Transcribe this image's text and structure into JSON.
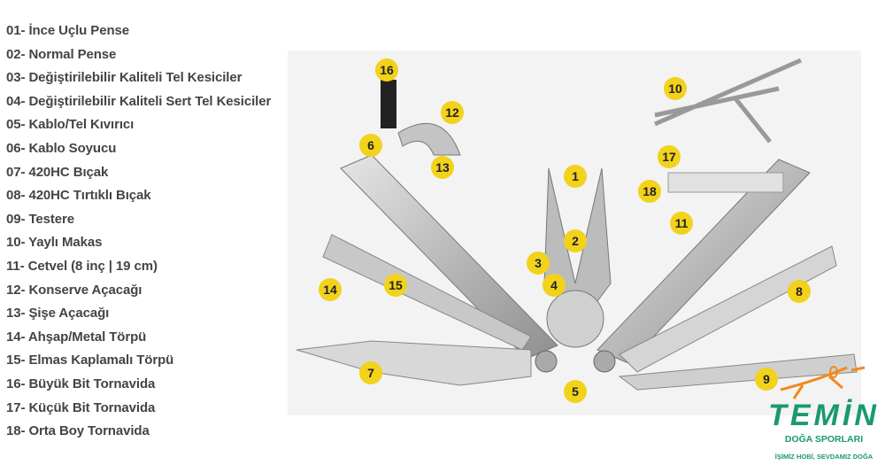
{
  "items": [
    "01- İnce Uçlu Pense",
    "02- Normal Pense",
    "03- Değiştirilebilir Kaliteli Tel Kesiciler",
    "04- Değiştirilebilir Kaliteli Sert Tel Kesiciler",
    "05- Kablo/Tel Kıvırıcı",
    "06- Kablo Soyucu",
    "07- 420HC Bıçak",
    "08- 420HC Tırtıklı Bıçak",
    "09- Testere",
    "10- Yaylı Makas",
    "11- Cetvel (8 inç | 19 cm)",
    "12- Konserve Açacağı",
    "13- Şişe Açacağı",
    "14- Ahşap/Metal Törpü",
    "15- Elmas Kaplamalı Törpü",
    "16- Büyük Bit Tornavida",
    "17- Küçük Bit Tornavida",
    "18- Orta Boy Tornavida"
  ],
  "badges": [
    "1",
    "2",
    "3",
    "4",
    "5",
    "6",
    "7",
    "8",
    "9",
    "10",
    "11",
    "12",
    "13",
    "14",
    "15",
    "16",
    "17",
    "18"
  ],
  "logo": {
    "brand": "TEMİN",
    "sub": "DOĞA SPORLARI",
    "slogan": "İŞİMİZ HOBİ, SEVDAMIZ DOĞA"
  },
  "colors": {
    "badge": "#f2d21b",
    "brand": "#1a9a6c",
    "accent": "#f08a1c"
  }
}
